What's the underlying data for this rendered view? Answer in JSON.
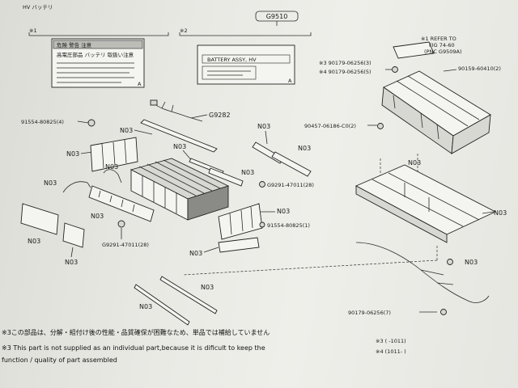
{
  "header": {
    "left": "HV バッテリ",
    "right": "",
    "code": "G9510"
  },
  "groups": {
    "g1": "※1",
    "g2": "※2"
  },
  "caution_label": {
    "title": "危険 警告 注意",
    "lines": [
      "高電圧部品 バッテリ 取扱い注意",
      "",
      "",
      "",
      "",
      ""
    ],
    "mark": "A"
  },
  "battery_label": {
    "text": "BATTERY ASSY, HV",
    "mark": "A"
  },
  "callouts": {
    "g9282": "G9282",
    "p91554_4": "91554-80825(4)",
    "n03": "N03",
    "g9291_28a": "G9291-47011(28)",
    "g9291_28b": "G9291-47011(28)",
    "p91554_1": "91554-80825(1)",
    "p90457": "90457-06186-C0(2)",
    "p90179_3": "※3 90179-06256(3)",
    "p90179_4": "※4 90179-06256(5)",
    "p90179_7": "90179-06256(7)",
    "p9015": "90159-60410(2)",
    "refer": "※1 REFER TO",
    "refer2": "FIG 74-60",
    "refer3": "(PNC G9509A)"
  },
  "notes": {
    "jp": "※3この部品は、分解・組付け後の性能・品質確保が困難なため、単品では補給していません",
    "en1": "※3 This part is not supplied as an individual part,because it is dificult to keep the",
    "en2": "function / quality of part assembled",
    "r1": "※3 (          -1011)",
    "r2": "※4 (1011-          )"
  }
}
